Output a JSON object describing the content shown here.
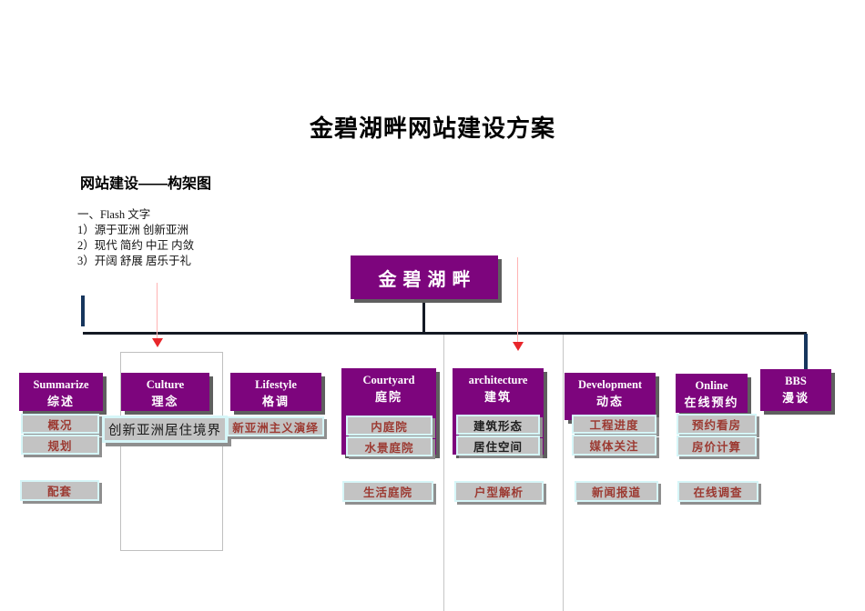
{
  "document": {
    "title": "金碧湖畔网站建设方案",
    "section_heading": "网站建设——构架图",
    "flash_notes": {
      "heading": "一、Flash 文字",
      "line1": "1）源于亚洲 创新亚洲",
      "line2": "2）现代 简约 中正 内敛",
      "line3": "3）开阔 舒展 居乐于礼"
    }
  },
  "diagram": {
    "root": {
      "label": "金碧湖畔"
    },
    "columns": [
      {
        "en": "Summarize",
        "zh": "综述",
        "items": [
          "概况",
          "规划",
          "配套"
        ]
      },
      {
        "en": "Culture",
        "zh": "理念",
        "items": [
          "创新亚洲居住境界"
        ]
      },
      {
        "en": "Lifestyle",
        "zh": "格调",
        "items": [
          "新亚洲主义演绎"
        ]
      },
      {
        "en": "Courtyard",
        "zh": "庭院",
        "items": [
          "内庭院",
          "水景庭院",
          "生活庭院"
        ]
      },
      {
        "en": "architecture",
        "zh": "建筑",
        "items": [
          "建筑形态",
          "居住空间",
          "户型解析"
        ]
      },
      {
        "en": "Development",
        "zh": "动态",
        "items": [
          "工程进度",
          "媒体关注",
          "新闻报道"
        ]
      },
      {
        "en": "Online",
        "zh": "在线预约",
        "items": [
          "预约看房",
          "房价计算",
          "在线调查"
        ]
      },
      {
        "en": "BBS",
        "zh": "漫谈",
        "items": []
      }
    ]
  },
  "colors": {
    "node_purple": "#7D057D",
    "sub_box_fill": "#C3C3C3",
    "sub_box_border": "#D6F6F8",
    "red_label": "#9C3A32",
    "dark_label": "#1F1F1F",
    "arrow_red": "#E8262B",
    "connector_dark": "#141A24",
    "connector_navy": "#17365D",
    "thin_line_gray": "#C6C6C6"
  }
}
